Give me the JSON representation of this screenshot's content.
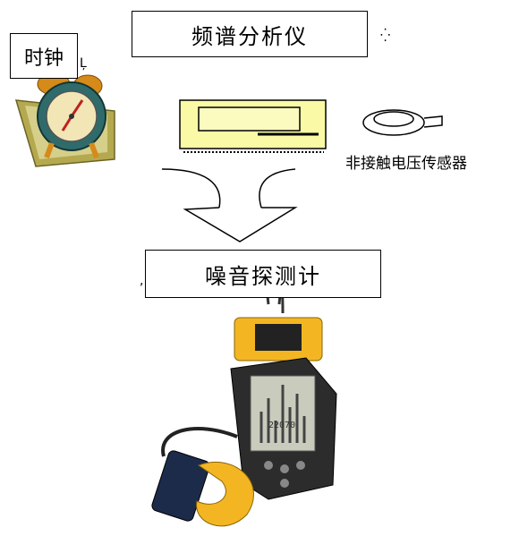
{
  "title": "频谱分析仪",
  "clock_label": "时钟",
  "sensor_label": "非接触电压传感器",
  "noise_label": "噪音探测计",
  "device_screen_text": "22070"
}
